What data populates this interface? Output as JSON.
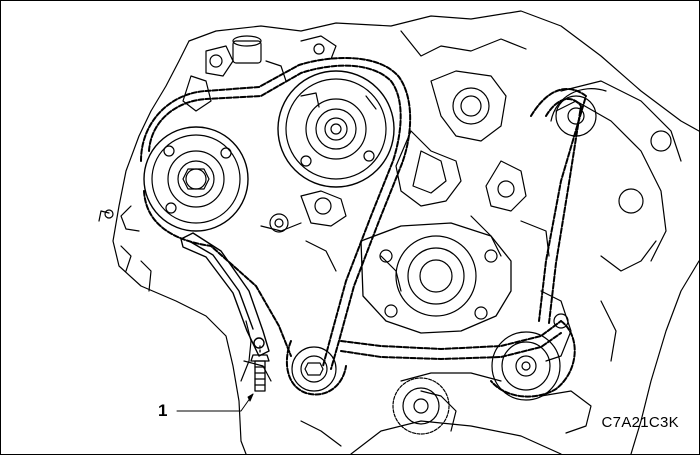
{
  "figure": {
    "callouts": [
      {
        "number": "1",
        "part": "bolt"
      }
    ],
    "code": "C7A21C3K",
    "stroke_color": "#000000",
    "background_color": "#ffffff"
  }
}
